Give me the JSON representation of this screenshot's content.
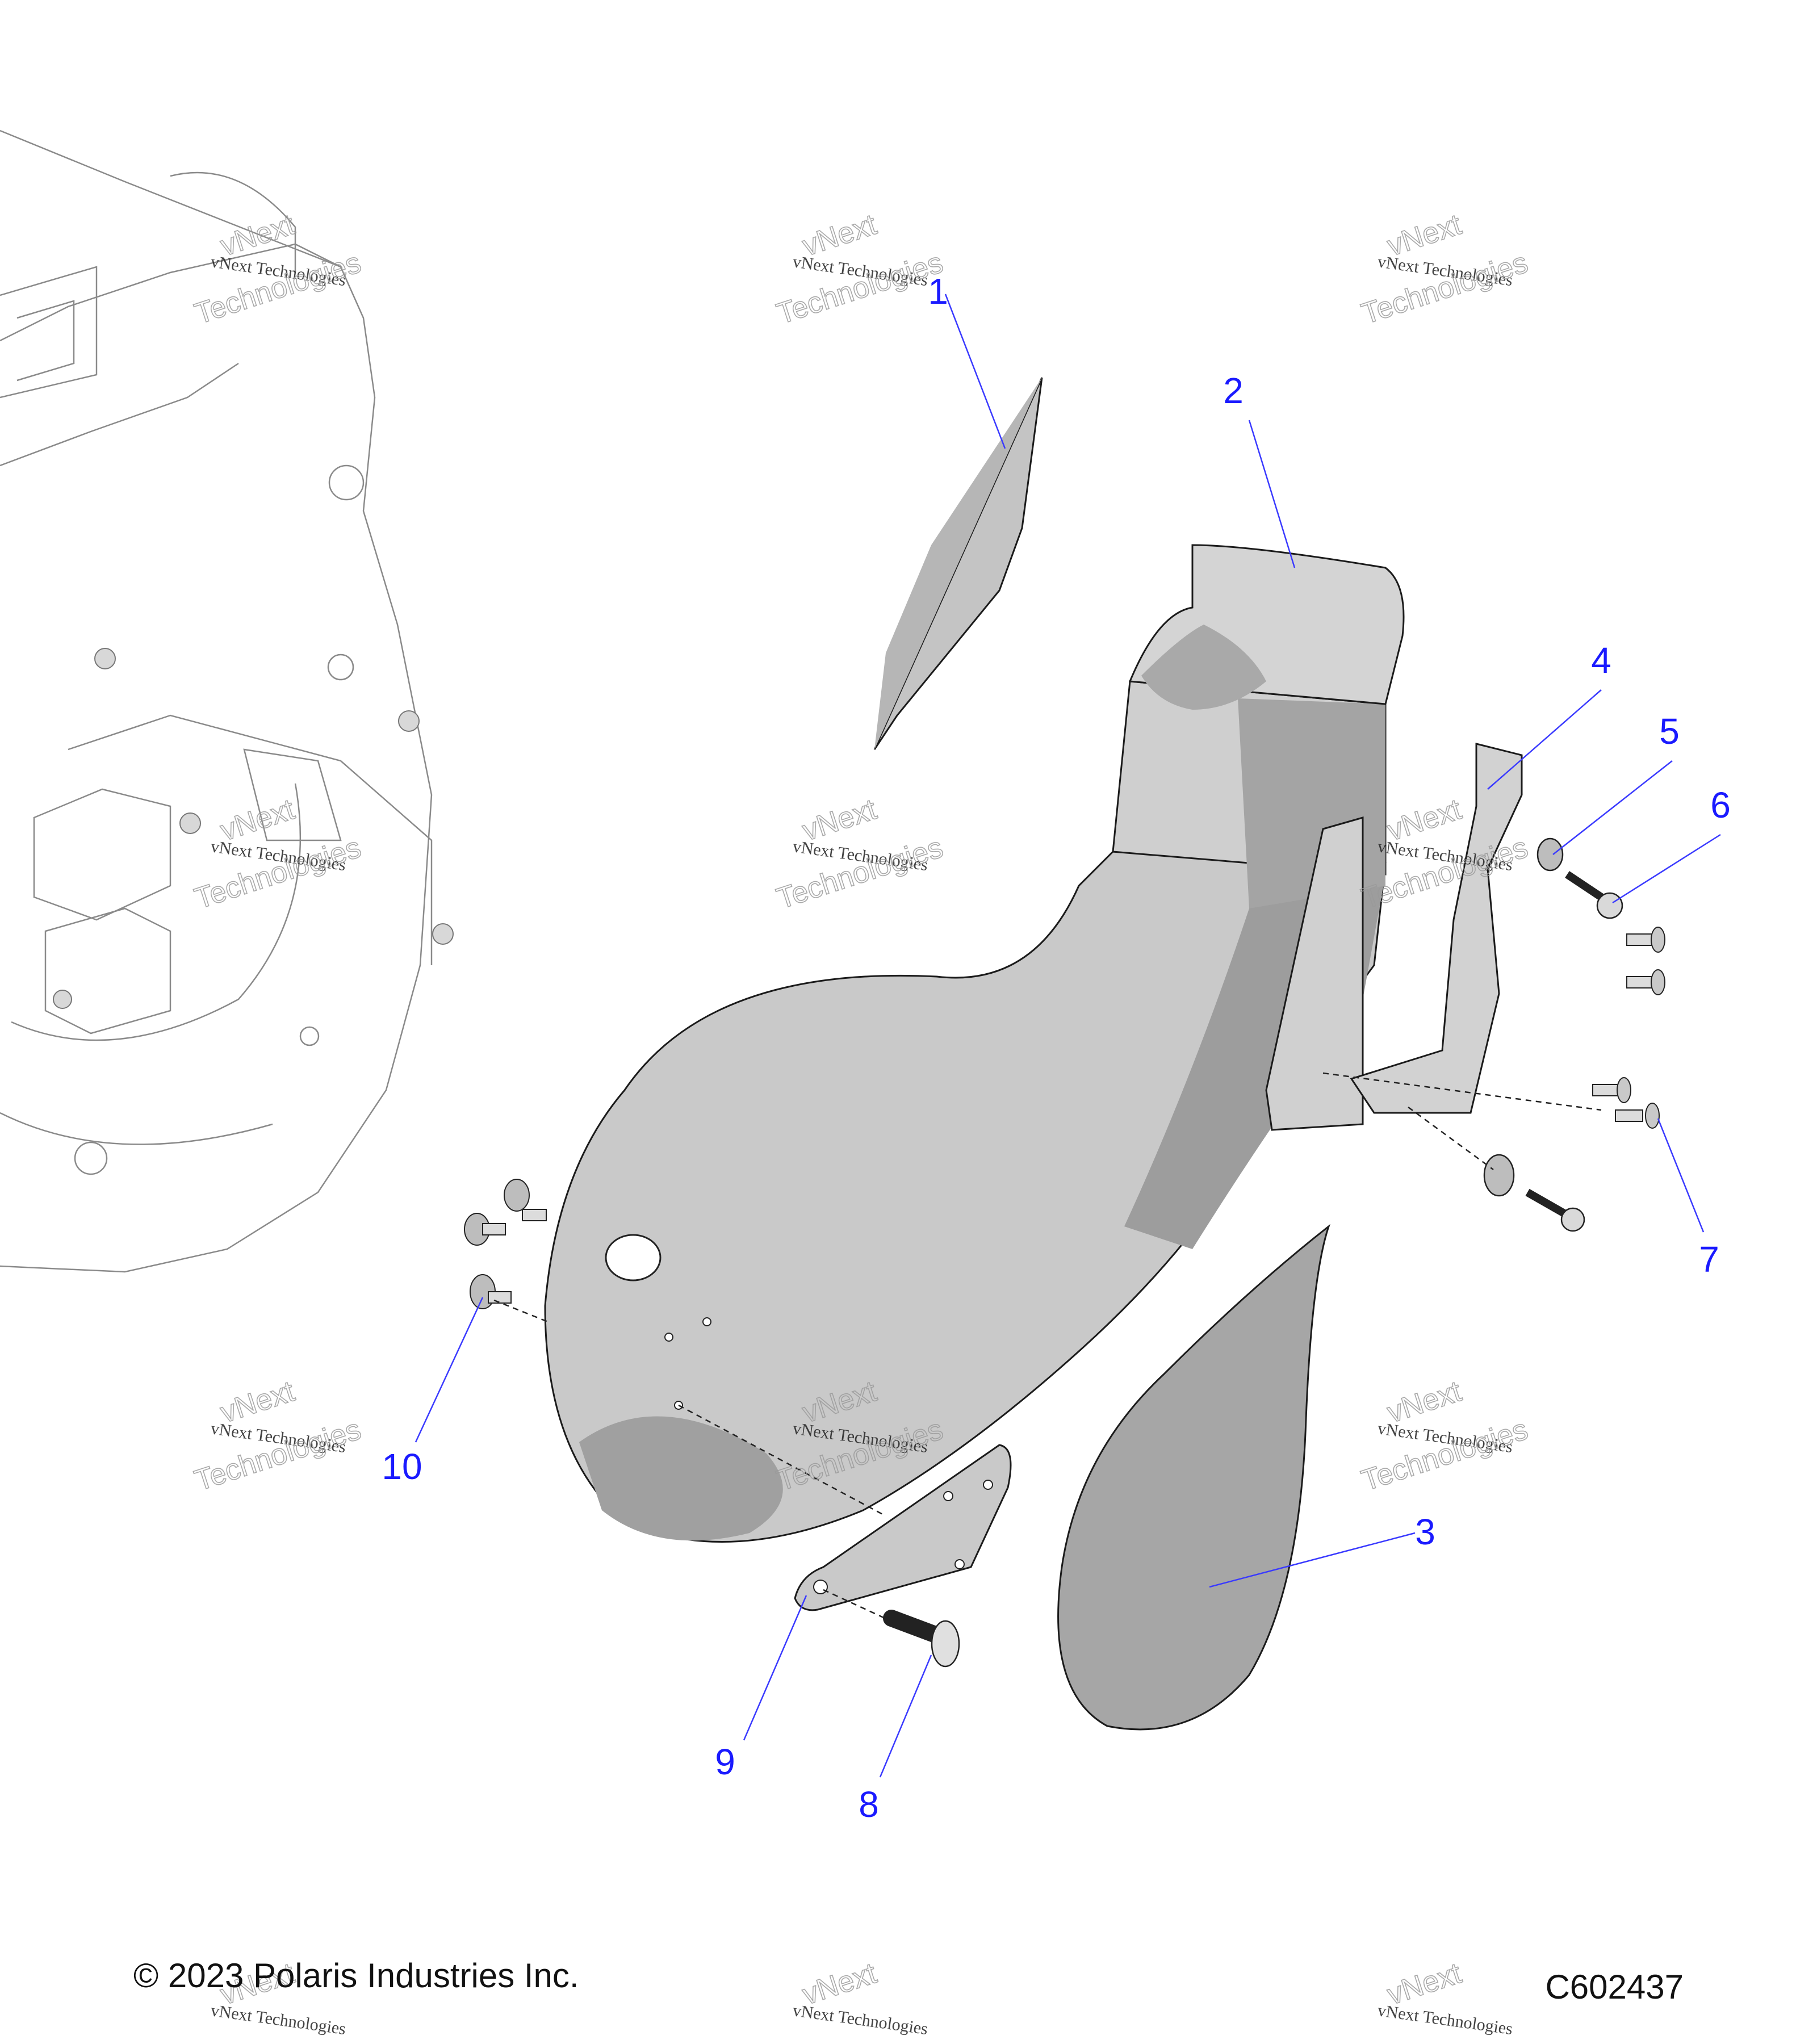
{
  "callouts": [
    {
      "id": "1",
      "label": "1"
    },
    {
      "id": "2",
      "label": "2"
    },
    {
      "id": "3",
      "label": "3"
    },
    {
      "id": "4",
      "label": "4"
    },
    {
      "id": "5",
      "label": "5"
    },
    {
      "id": "6",
      "label": "6"
    },
    {
      "id": "7",
      "label": "7"
    },
    {
      "id": "8",
      "label": "8"
    },
    {
      "id": "9",
      "label": "9"
    },
    {
      "id": "10",
      "label": "10"
    }
  ],
  "footer": {
    "copyright": "© 2023 Polaris Industries Inc.",
    "diagram_code": "C602437"
  },
  "watermark": {
    "line1": "vNext Technologies",
    "line2": "vNext",
    "line3": "Technologies"
  },
  "colors": {
    "callout": "#1a1aff",
    "part_fill": "#c8c8c8",
    "part_shadow": "#9c9c9c",
    "engine_line": "#8a8a8a"
  }
}
